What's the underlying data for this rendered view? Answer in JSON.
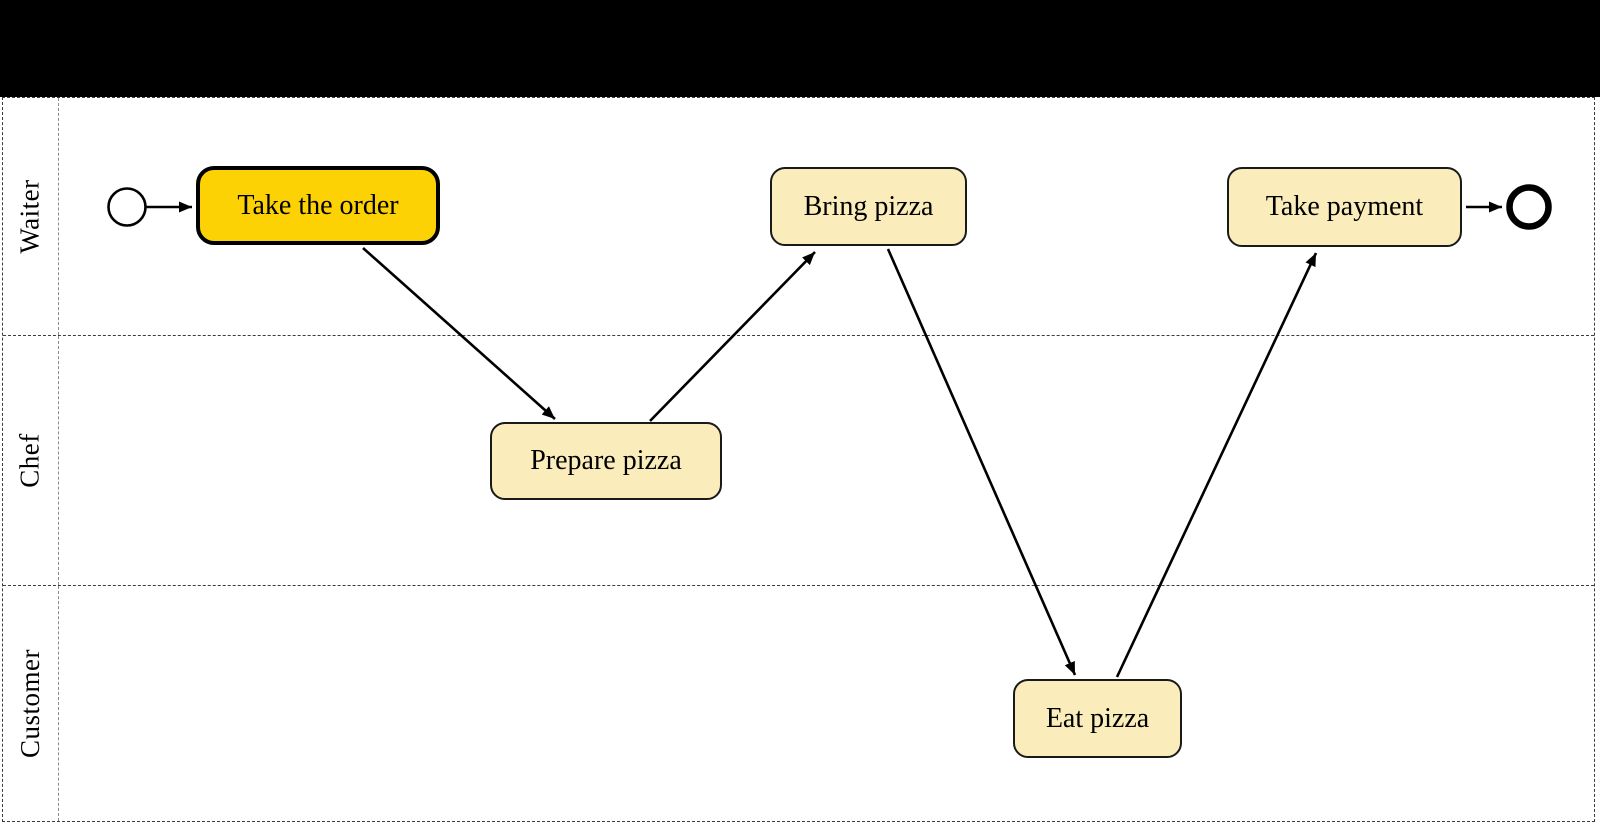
{
  "diagram": {
    "type": "bpmn-swimlane",
    "process": "pizza-service",
    "lanes": [
      {
        "label": "Waiter"
      },
      {
        "label": "Chef"
      },
      {
        "label": "Customer"
      }
    ],
    "tasks": [
      {
        "label": "Take the order",
        "lane": "Waiter",
        "state": "highlighted"
      },
      {
        "label": "Bring pizza",
        "lane": "Waiter",
        "state": "default"
      },
      {
        "label": "Take payment",
        "lane": "Waiter",
        "state": "default"
      },
      {
        "label": "Prepare pizza",
        "lane": "Chef",
        "state": "default"
      },
      {
        "label": "Eat pizza",
        "lane": "Customer",
        "state": "default"
      }
    ],
    "events": [
      {
        "type": "start",
        "lane": "Waiter"
      },
      {
        "type": "end",
        "lane": "Waiter"
      }
    ],
    "flows": [
      {
        "from": "start-event",
        "to": "Take the order"
      },
      {
        "from": "Take the order",
        "to": "Prepare pizza"
      },
      {
        "from": "Prepare pizza",
        "to": "Bring pizza"
      },
      {
        "from": "Bring pizza",
        "to": "Eat pizza"
      },
      {
        "from": "Eat pizza",
        "to": "Take payment"
      },
      {
        "from": "Take payment",
        "to": "end-event"
      }
    ],
    "colors": {
      "highlight_fill": "#fcd205",
      "task_fill": "#faedbb",
      "stroke": "#000000",
      "lane_border": "#3c3c3c",
      "background": "#ffffff",
      "letterbox": "#000000"
    }
  }
}
